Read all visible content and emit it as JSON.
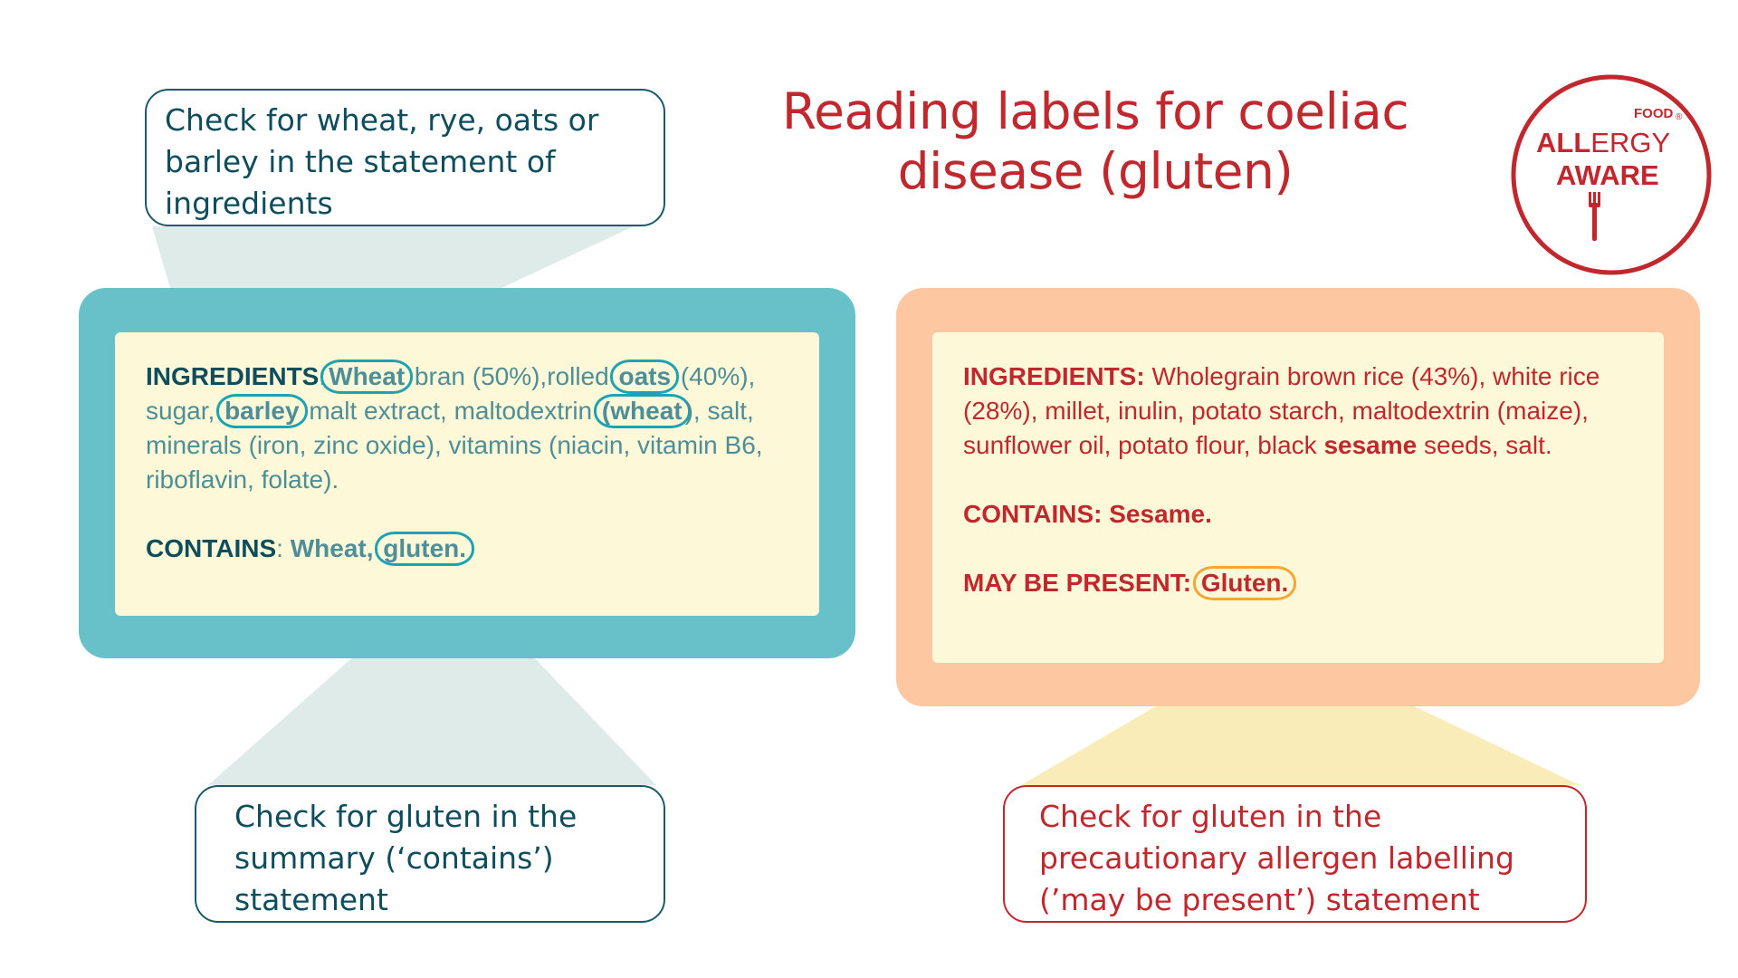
{
  "title": "Reading labels for coeliac disease (gluten)",
  "logo": {
    "line1": "FOOD",
    "line2_bold": "ALL",
    "line2_light": "ERGY",
    "line3": "AWARE",
    "registered": "®"
  },
  "left_label": {
    "ingredients_lead": "INGREDIENTS",
    "colon": ":",
    "wheat": "Wheat",
    "t1": " bran (50%),rolled ",
    "oats": "oats",
    "t2": "(40%), sugar, ",
    "barley": "barley",
    "t3": " malt extract, maltodextrin ",
    "wheat2": "wheat",
    "t4": "), salt, minerals (iron, zinc oxide), vitamins (niacin, vitamin B6, riboflavin, folate).",
    "paren_open": "(",
    "contains_lead": "CONTAINS",
    "contains_colon": ": ",
    "contains_wheat": "Wheat, ",
    "contains_gluten": "gluten."
  },
  "right_label": {
    "ingredients_lead": "INGREDIENTS:",
    "t1": " Wholegrain brown rice (43%), white rice (28%), millet, inulin, potato starch, maltodextrin (maize), sunflower oil, potato flour, black ",
    "sesame": "sesame",
    "t2": " seeds, salt.",
    "contains": "CONTAINS: Sesame.",
    "may_lead": "MAY BE PRESENT",
    "may_colon": ": ",
    "may_value": "Gluten."
  },
  "callouts": {
    "ingredients": "Check for wheat, rye, oats or barley in the statement of ingredients",
    "contains": "Check for gluten in the summary (‘contains’) statement",
    "precautionary": "Check for gluten in the precautionary allergen labelling (’may be present’) statement"
  },
  "colors": {
    "title_red": "#c0282d",
    "teal_panel": "#68c1c8",
    "peach_panel": "#fdc7a2",
    "label_cream": "#fdf8d8",
    "teal_text": "#0e4d5c",
    "ring_teal": "#1ba3b3",
    "ring_orange": "#f5a733"
  }
}
